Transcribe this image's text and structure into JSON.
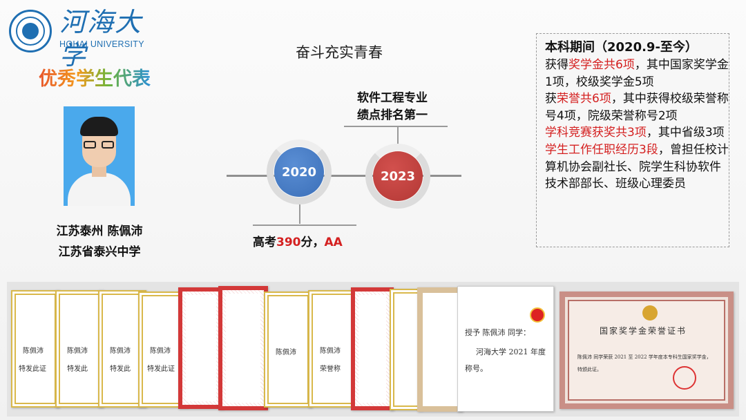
{
  "logo": {
    "cn": "河海大学",
    "en": "HOHAI UNIVERSITY"
  },
  "section_title": "优秀学生代表",
  "student": {
    "line1": "江苏泰州 陈佩沛",
    "line2": "江苏省泰兴中学"
  },
  "slogan": "奋斗充实青春",
  "timeline": {
    "node1": "2020",
    "node2": "2023",
    "top_line1": "软件工程专业",
    "top_line2": "绩点排名第一",
    "bottom_prefix": "高考",
    "bottom_score": "390",
    "bottom_mid": "分，",
    "bottom_grade": "AA"
  },
  "info": {
    "heading": "本科期间（2020.9-至今）",
    "l1a": "获得",
    "l1b": "奖学金共6项",
    "l1c": "，其中国家奖学金1项，校级奖学金5项",
    "l2a": "获",
    "l2b": "荣誉共6项",
    "l2c": "，其中获得校级荣誉称号4项，院级荣誉称号2项",
    "l3b": "学科竞赛获奖共3项",
    "l3c": "，其中省级3项",
    "l4b": "学生工作任职经历3段",
    "l4c": "，曾担任校计算机协会副社长、院学生科协软件技术部部长、班级心理委员"
  },
  "certificates": {
    "c1": "陈佩沛",
    "c1b": "特发此证",
    "c2": "陈佩沛",
    "c2b": "特发此",
    "c3": "陈佩沛",
    "c3b": "特发此",
    "c4": "陈佩沛",
    "c4b": "特发此证",
    "c8": "陈佩沛",
    "c9": "陈佩沛",
    "c9b": "荣誉称",
    "c13": "授予 陈佩沛 同学：",
    "c13b": "河海大学 2021 年度",
    "c13c": "称号。",
    "c14": "国家奖学金荣誉证书",
    "c14b": "陈佩沛 同学荣获 2021 至 2022 学年度本专科生国家奖学金，",
    "c14c": "特颁此证。"
  },
  "colors": {
    "accent_red": "#d42020",
    "node_blue": "#3b6fb8",
    "node_red": "#b33835",
    "logo_blue": "#1f6fb2"
  }
}
